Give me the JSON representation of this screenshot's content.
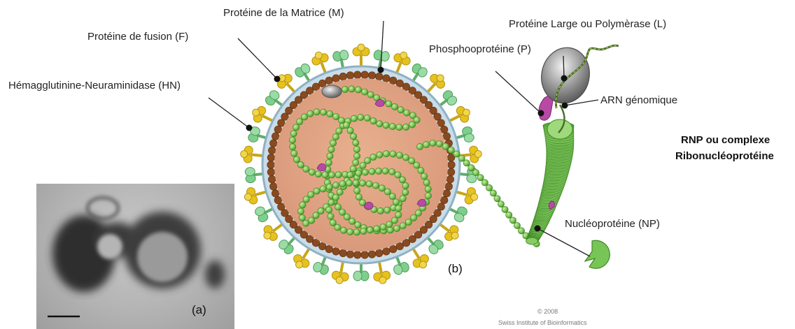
{
  "labels": {
    "matrix": "Protéine de la Matrice (M)",
    "fusion": "Protéine de fusion (F)",
    "hn": "Hémagglutinine-Neuraminidase (HN)",
    "polymerase": "Protéine Large ou Polymèrase (L)",
    "phospho": "Phosphooprotéine (P)",
    "arn": "ARN génomique",
    "rnp_line1": "RNP ou complexe",
    "rnp_line2": "Ribonucléoprotéine",
    "nucleo": "Nucléoprotéine (NP)",
    "panel_a": "(a)",
    "panel_b": "(b)",
    "copyright_year": "© 2008",
    "copyright_org": "Swiss Institute of Bioinformatics"
  },
  "colors": {
    "interior": "#dfa27e",
    "matrix_bead": "#8a4a1f",
    "envelope": "#a9c6d6",
    "np_bead": "#7fc456",
    "np_stroke": "#3f8a25",
    "hn_spike": "#e6c21c",
    "f_spike": "#7fcf8c",
    "phospho": "#b84aa6",
    "polymerase": "#8e8e8e"
  },
  "micrograph": {
    "scale_bar": true
  }
}
